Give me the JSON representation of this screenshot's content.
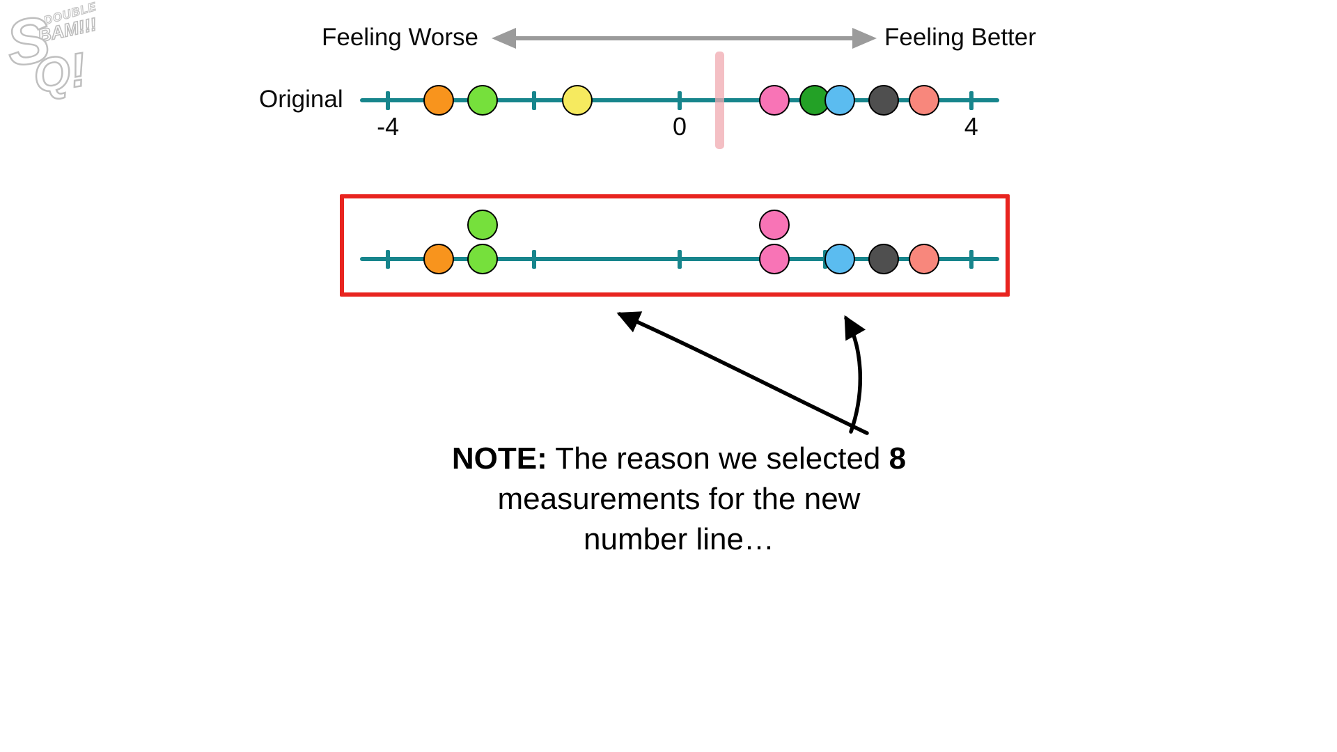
{
  "logo": {
    "word1": "DOUBLE",
    "word2": "BAM!!!",
    "letter_s": "S",
    "letter_q": "Q!"
  },
  "header": {
    "left_label": "Feeling Worse",
    "right_label": "Feeling Better",
    "arrow_color": "#9b9b9b"
  },
  "note": {
    "prefix": "NOTE:",
    "line1_rest": " The reason we selected ",
    "line1_emph": "8",
    "line2": "measurements for the new",
    "line3": "number line…"
  },
  "colors": {
    "axis": "#17858c",
    "box_border": "#e8241f",
    "threshold_marker": "#f0a9b0",
    "annotation_arrow": "#000000"
  },
  "chart_data": [
    {
      "type": "scatter",
      "title": "Original",
      "xlabel": "Feeling Worse (left) to Feeling Better (right)",
      "axis": {
        "min": -4,
        "max": 4,
        "ticks": [
          -4,
          -2,
          0,
          2,
          4
        ],
        "tick_labels": [
          {
            "value": -4,
            "label": "-4"
          },
          {
            "value": 0,
            "label": "0"
          },
          {
            "value": 4,
            "label": "4"
          }
        ]
      },
      "points": [
        {
          "name": "orange",
          "value": -3.3,
          "color": "#f8941d",
          "stack": 0
        },
        {
          "name": "light-green",
          "value": -2.7,
          "color": "#76e03c",
          "stack": 0
        },
        {
          "name": "yellow",
          "value": -1.4,
          "color": "#f6ea5f",
          "stack": 0
        },
        {
          "name": "pink",
          "value": 1.3,
          "color": "#f874b6",
          "stack": 0
        },
        {
          "name": "dark-green",
          "value": 1.85,
          "color": "#23a126",
          "stack": 0
        },
        {
          "name": "blue",
          "value": 2.2,
          "color": "#5bbcf0",
          "stack": 0
        },
        {
          "name": "dark-gray",
          "value": 2.8,
          "color": "#4f4f4f",
          "stack": 0
        },
        {
          "name": "salmon",
          "value": 3.35,
          "color": "#f8877c",
          "stack": 0
        }
      ],
      "threshold_marker": {
        "value": 0.55,
        "color": "#f0a9b0"
      }
    },
    {
      "type": "scatter",
      "title": "",
      "axis": {
        "min": -4,
        "max": 4,
        "ticks": [
          -4,
          -2,
          0,
          2,
          4
        ],
        "tick_labels": []
      },
      "points": [
        {
          "name": "orange",
          "value": -3.3,
          "color": "#f8941d",
          "stack": 0
        },
        {
          "name": "light-green",
          "value": -2.7,
          "color": "#76e03c",
          "stack": 0
        },
        {
          "name": "light-green",
          "value": -2.7,
          "color": "#76e03c",
          "stack": 1
        },
        {
          "name": "pink",
          "value": 1.3,
          "color": "#f874b6",
          "stack": 0
        },
        {
          "name": "pink",
          "value": 1.3,
          "color": "#f874b6",
          "stack": 1
        },
        {
          "name": "blue",
          "value": 2.2,
          "color": "#5bbcf0",
          "stack": 0
        },
        {
          "name": "dark-gray",
          "value": 2.8,
          "color": "#4f4f4f",
          "stack": 0
        },
        {
          "name": "salmon",
          "value": 3.35,
          "color": "#f8877c",
          "stack": 0
        }
      ]
    }
  ]
}
